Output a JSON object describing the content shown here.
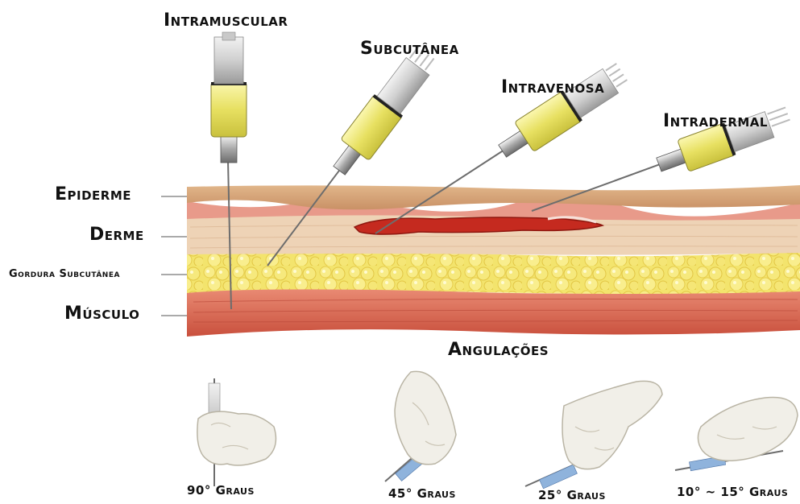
{
  "routes": {
    "intramuscular": "Intramuscular",
    "subcutanea": "Subcutânea",
    "intravenosa": "Intravenosa",
    "intradermal": "Intradermal"
  },
  "layers": {
    "epiderme": "Epiderme",
    "derme": "Derme",
    "gordura": "Gordura Subcutânea",
    "musculo": "Músculo"
  },
  "angles_title": "Angulações",
  "angles": [
    {
      "label": "90° Graus"
    },
    {
      "label": "45° Graus"
    },
    {
      "label": "25° Graus"
    },
    {
      "label": "10° ~ 15° Graus"
    }
  ],
  "colors": {
    "epidermis": "#d9a878",
    "dermis": "#efc9a6",
    "fat": "#f2df62",
    "muscle": "#d9654f",
    "vein": "#c8271e",
    "syringe_fluid": "#e6e06a",
    "glove": "#f1efe8"
  }
}
